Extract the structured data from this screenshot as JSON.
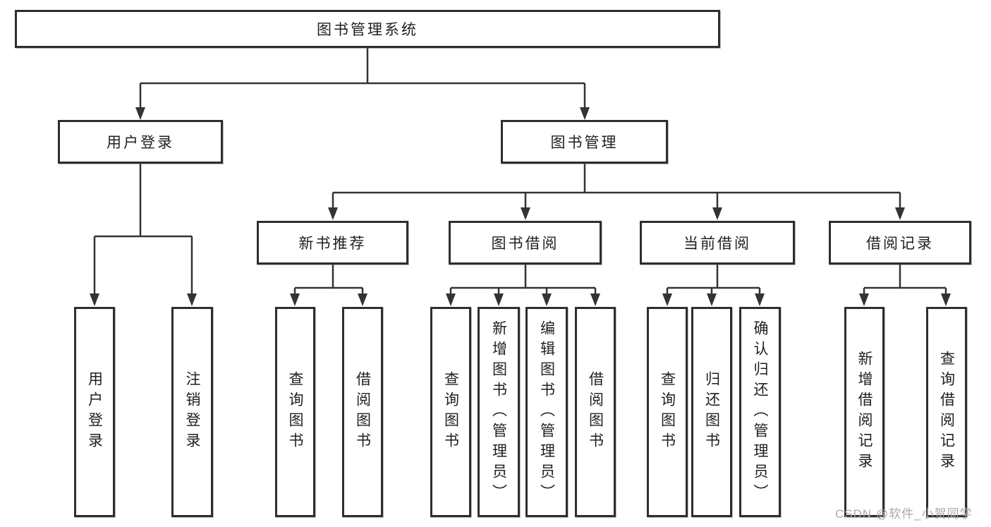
{
  "diagram": {
    "type": "hierarchy-tree",
    "root": {
      "label": "图书管理系统"
    },
    "level2": [
      {
        "label": "用户登录"
      },
      {
        "label": "图书管理"
      }
    ],
    "level3": [
      {
        "label": "新书推荐",
        "parent": "图书管理"
      },
      {
        "label": "图书借阅",
        "parent": "图书管理"
      },
      {
        "label": "当前借阅",
        "parent": "图书管理"
      },
      {
        "label": "借阅记录",
        "parent": "图书管理"
      }
    ],
    "leaves": [
      {
        "label": "用户登录",
        "parent": "用户登录"
      },
      {
        "label": "注销登录",
        "parent": "用户登录"
      },
      {
        "label": "查询图书",
        "parent": "新书推荐"
      },
      {
        "label": "借阅图书",
        "parent": "新书推荐"
      },
      {
        "label": "查询图书",
        "parent": "图书借阅"
      },
      {
        "label": "新增图书（管理员）",
        "parent": "图书借阅"
      },
      {
        "label": "编辑图书（管理员）",
        "parent": "图书借阅"
      },
      {
        "label": "借阅图书",
        "parent": "图书借阅"
      },
      {
        "label": "查询图书",
        "parent": "当前借阅"
      },
      {
        "label": "归还图书",
        "parent": "当前借阅"
      },
      {
        "label": "确认归还（管理员）",
        "parent": "当前借阅"
      },
      {
        "label": "新增借阅记录",
        "parent": "借阅记录"
      },
      {
        "label": "查询借阅记录",
        "parent": "借阅记录"
      }
    ],
    "watermark": "CSDN @软件_小贺同学",
    "colors": {
      "line": "#333333",
      "box_border": "#2e2e2e",
      "text": "#1f1f1f",
      "watermark": "#a9a9a9",
      "background": "#ffffff"
    }
  }
}
